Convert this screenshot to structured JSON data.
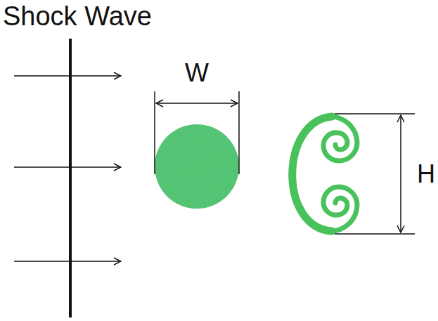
{
  "diagram": {
    "labels": [
      "Shock Wave",
      "W",
      "H"
    ]
  }
}
